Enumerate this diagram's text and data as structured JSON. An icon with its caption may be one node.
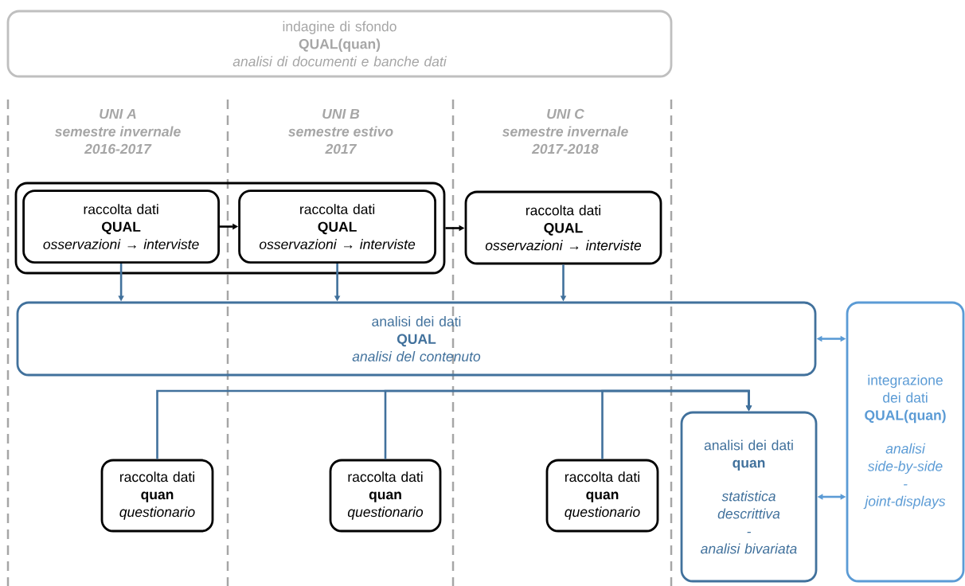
{
  "diagram": {
    "nodes": [
      {
        "text": [
          "indagine di sfondo",
          "QUAL(quan)",
          "analisi di documenti e banche dati"
        ]
      },
      {
        "text": [],
        "shape": "box"
      },
      {
        "text": [
          "raccolta dati",
          "QUAL",
          "osservazioni → interviste"
        ],
        "in": 1
      },
      {
        "text": [
          "raccolta dati",
          "QUAL",
          "osservazioni → interviste"
        ],
        "in": 1
      },
      {
        "text": [
          "raccolta dati",
          "QUAL",
          "osservazioni → interviste"
        ]
      },
      {
        "text": [
          "analisi dei dati",
          "QUAL",
          "analisi del contenuto"
        ]
      },
      {
        "text": [
          "raccolta dati",
          "quan",
          "questionario"
        ]
      },
      {
        "text": [
          "raccolta dati",
          "quan",
          "questionario"
        ]
      },
      {
        "text": [
          "raccolta dati",
          "quan",
          "questionario"
        ]
      },
      {
        "text": [
          "analisi dei dati",
          "quan",
          "statistica descrittiva",
          "-",
          "analisi bivariata"
        ]
      },
      {
        "text": [
          "integrazione dei dati",
          "QUAL(quan)",
          "analisi side-by-side",
          "-",
          "joint-displays"
        ]
      }
    ],
    "edges": [
      {
        "from": 2,
        "to": 3,
        "arrow": "to",
        "color": "#000000"
      },
      {
        "from": 1,
        "to": 4,
        "arrow": "to",
        "color": "#000000"
      },
      {
        "from": 2,
        "to": 5,
        "arrow": "to"
      },
      {
        "from": 3,
        "to": 5,
        "arrow": "to"
      },
      {
        "from": 4,
        "to": 5,
        "arrow": "to"
      },
      {
        "from": 5,
        "to": 10,
        "arrow": "both",
        "color": "#5b9bd5"
      },
      {
        "from": 6,
        "to": 9,
        "arrow": "to"
      },
      {
        "from": 7,
        "to": 9,
        "arrow": "to"
      },
      {
        "from": 8,
        "to": 9,
        "arrow": "to"
      },
      {
        "from": 9,
        "to": 10,
        "arrow": "both",
        "color": "#5b9bd5"
      }
    ],
    "labels": [
      "UNI A",
      "semestre invernale",
      "2016-2017",
      "UNI B",
      "semestre estivo",
      "2017",
      "UNI C",
      "semestre invernale",
      "2017-2018"
    ]
  }
}
